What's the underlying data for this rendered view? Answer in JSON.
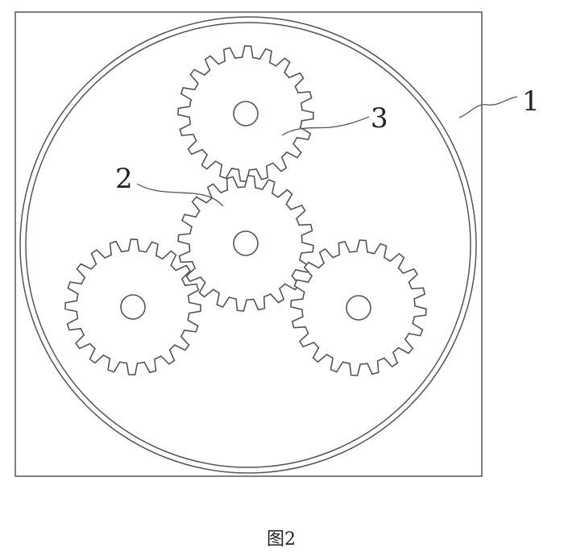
{
  "labels": {
    "housing": "1",
    "sun_gear": "2",
    "planet_gear": "3"
  },
  "caption": "图2",
  "gear_teeth": 20,
  "stroke_color": "#555555"
}
